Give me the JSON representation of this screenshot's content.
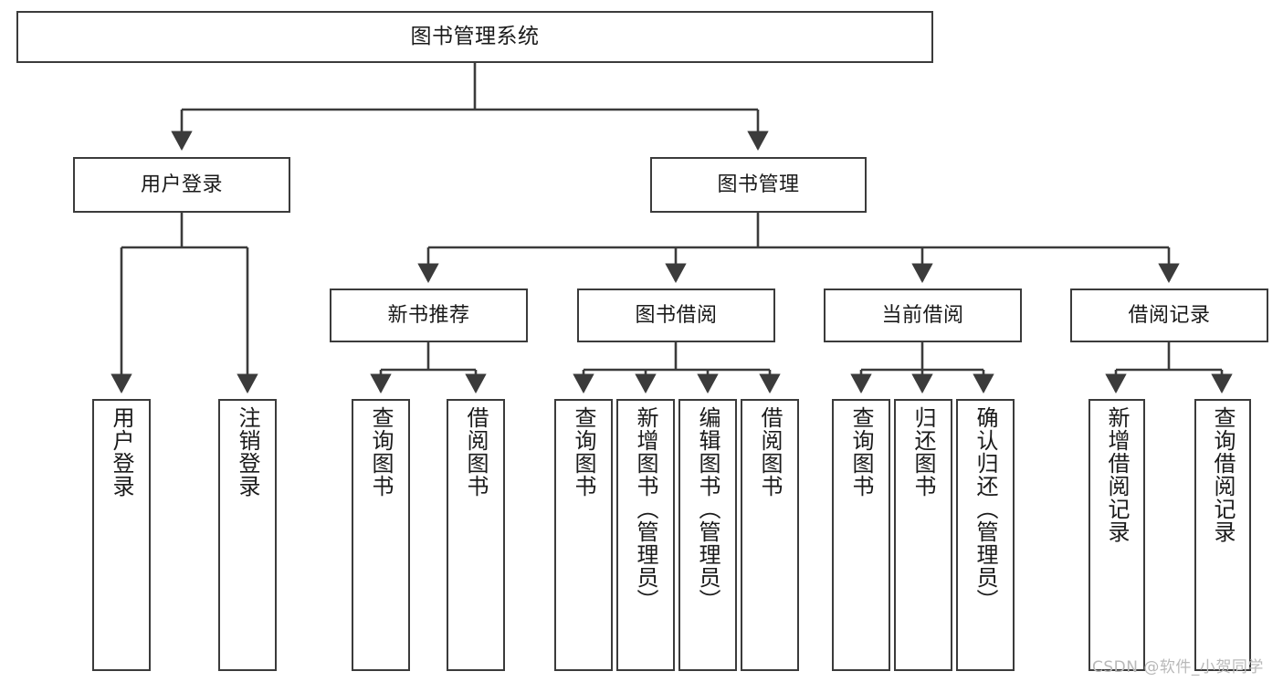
{
  "diagram": {
    "title": "图书管理系统",
    "type": "tree-hierarchy-chart",
    "watermark": "CSDN @软件_小贺同学",
    "colors": {
      "background": "#ffffff",
      "node_border": "#3b3b3b",
      "node_fill": "#ffffff",
      "edge": "#3b3b3b",
      "text": "#1a1a1a",
      "watermark": "#b9b9b9"
    },
    "nodes": {
      "root": {
        "label": "图书管理系统"
      },
      "level1": [
        {
          "id": "user-login",
          "label": "用户登录"
        },
        {
          "id": "book-management",
          "label": "图书管理"
        }
      ],
      "level2": [
        {
          "id": "new-book-recommend",
          "label": "新书推荐"
        },
        {
          "id": "book-borrow",
          "label": "图书借阅"
        },
        {
          "id": "current-borrow",
          "label": "当前借阅"
        },
        {
          "id": "borrow-record",
          "label": "借阅记录"
        }
      ],
      "leaves": {
        "user-login": [
          {
            "id": "leaf-user-login",
            "label": "用户登录"
          },
          {
            "id": "leaf-logout-login",
            "label": "注销登录"
          }
        ],
        "new-book-recommend": [
          {
            "id": "leaf-query-book-1",
            "label": "查询图书"
          },
          {
            "id": "leaf-borrow-book-1",
            "label": "借阅图书"
          }
        ],
        "book-borrow": [
          {
            "id": "leaf-query-book-2",
            "label": "查询图书"
          },
          {
            "id": "leaf-add-book",
            "label": "新增图书（管理员）"
          },
          {
            "id": "leaf-edit-book",
            "label": "编辑图书（管理员）"
          },
          {
            "id": "leaf-borrow-book-2",
            "label": "借阅图书"
          }
        ],
        "current-borrow": [
          {
            "id": "leaf-query-book-3",
            "label": "查询图书"
          },
          {
            "id": "leaf-return-book",
            "label": "归还图书"
          },
          {
            "id": "leaf-confirm-return",
            "label": "确认归还（管理员）"
          }
        ],
        "borrow-record": [
          {
            "id": "leaf-add-record",
            "label": "新增借阅记录"
          },
          {
            "id": "leaf-query-record",
            "label": "查询借阅记录"
          }
        ]
      }
    }
  }
}
